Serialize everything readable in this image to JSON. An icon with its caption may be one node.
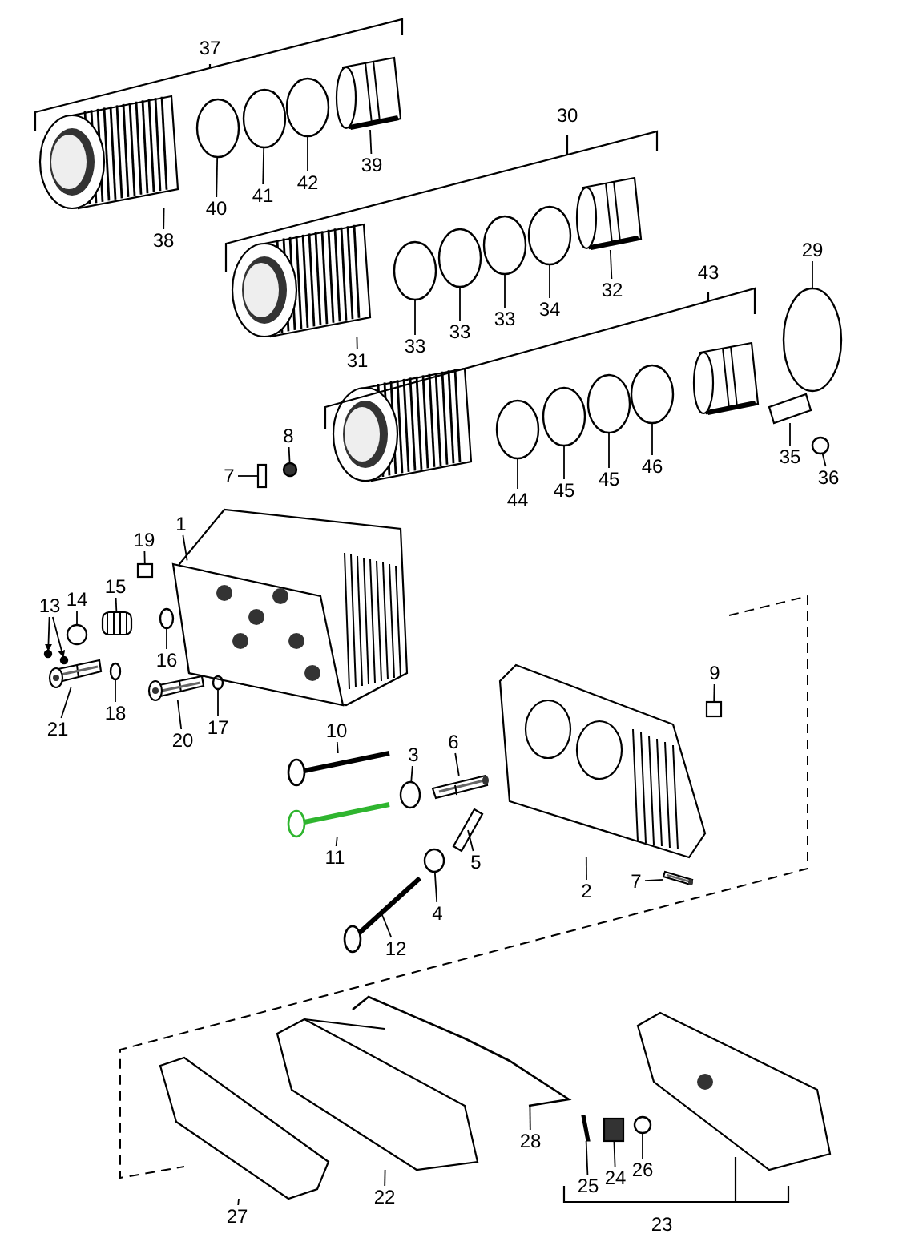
{
  "diagram": {
    "nodes": [
      {
        "text": [
          "29"
        ]
      },
      {
        "text": [
          "39"
        ]
      },
      {
        "text": [
          "42"
        ]
      },
      {
        "text": [
          "41"
        ]
      },
      {
        "text": [
          "40"
        ]
      },
      {
        "text": [
          "38"
        ]
      },
      {
        "text": [
          "32"
        ]
      },
      {
        "text": [
          "34"
        ]
      },
      {
        "text": [
          "33"
        ]
      },
      {
        "text": [
          "33"
        ]
      },
      {
        "text": [
          "33"
        ]
      },
      {
        "text": [
          "31"
        ]
      },
      {
        "text": [
          "8"
        ]
      },
      {
        "text": [
          "46"
        ]
      },
      {
        "text": [
          "45"
        ]
      },
      {
        "text": [
          "45"
        ]
      },
      {
        "text": [
          "44"
        ]
      },
      {
        "text": [
          "35"
        ]
      },
      {
        "text": [
          "36"
        ]
      },
      {
        "text": [
          "7"
        ]
      },
      {
        "text": [
          "1"
        ]
      },
      {
        "text": [
          "19"
        ]
      },
      {
        "text": [
          "15"
        ]
      },
      {
        "text": [
          "14"
        ]
      },
      {
        "text": [
          "13"
        ]
      },
      {
        "text": [
          "16"
        ]
      },
      {
        "text": [
          "9"
        ]
      },
      {
        "text": [
          "18"
        ]
      },
      {
        "text": [
          "21"
        ]
      },
      {
        "text": [
          "17"
        ]
      },
      {
        "text": [
          "20"
        ]
      },
      {
        "text": [
          "10"
        ]
      },
      {
        "text": [
          "6"
        ]
      },
      {
        "text": [
          "3"
        ]
      },
      {
        "text": [
          "11"
        ]
      },
      {
        "text": [
          "5"
        ]
      },
      {
        "text": [
          "2"
        ]
      },
      {
        "text": [
          "7"
        ]
      },
      {
        "text": [
          "4"
        ]
      },
      {
        "text": [
          "12"
        ]
      },
      {
        "text": [
          "28"
        ]
      },
      {
        "text": [
          "26"
        ]
      },
      {
        "text": [
          "24"
        ]
      },
      {
        "text": [
          "25"
        ]
      },
      {
        "text": [
          "22"
        ]
      },
      {
        "text": [
          "27"
        ]
      },
      {
        "text": [],
        "shape": "circle"
      },
      {
        "text": [],
        "shape": "picture"
      },
      {
        "text": [],
        "shape": "circle"
      },
      {
        "text": [],
        "shape": "circle"
      },
      {
        "text": [],
        "shape": "circle"
      },
      {
        "text": [],
        "shape": "picture"
      },
      {
        "text": [],
        "shape": "picture"
      },
      {
        "text": [],
        "shape": "circle"
      },
      {
        "text": [],
        "shape": "circle"
      },
      {
        "text": [],
        "shape": "circle"
      },
      {
        "text": [],
        "shape": "circle"
      },
      {
        "text": [],
        "shape": "picture"
      },
      {
        "text": [],
        "shape": "circle"
      },
      {
        "text": [],
        "shape": "circle"
      },
      {
        "text": [],
        "shape": "circle"
      },
      {
        "text": [],
        "shape": "circle"
      },
      {
        "text": [],
        "shape": "circle"
      },
      {
        "text": [],
        "shape": "picture"
      },
      {
        "text": [],
        "shape": "circle"
      },
      {
        "text": [],
        "shape": "box"
      },
      {
        "text": [],
        "shape": "picture"
      },
      {
        "text": [],
        "shape": "box"
      },
      {
        "text": [],
        "shape": "picture"
      },
      {
        "text": [],
        "shape": "circle"
      },
      {
        "text": [],
        "shape": "circle"
      },
      {
        "text": [],
        "shape": "circle"
      },
      {
        "text": [],
        "shape": "circle"
      },
      {
        "text": [],
        "shape": "box"
      },
      {
        "text": [],
        "shape": "circle"
      },
      {
        "text": [],
        "shape": "picture"
      },
      {
        "text": [],
        "shape": "circle"
      },
      {
        "text": [],
        "shape": "picture"
      },
      {
        "text": [],
        "shape": "picture"
      },
      {
        "text": [],
        "shape": "picture"
      },
      {
        "text": [],
        "shape": "circle"
      },
      {
        "text": [],
        "shape": "picture"
      },
      {
        "text": [],
        "shape": "picture"
      },
      {
        "text": [],
        "shape": "picture"
      },
      {
        "text": [],
        "shape": "picture"
      },
      {
        "text": [],
        "shape": "circle"
      },
      {
        "text": [],
        "shape": "picture"
      },
      {
        "text": [],
        "shape": "picture"
      },
      {
        "text": [],
        "shape": "circle"
      },
      {
        "text": [],
        "shape": "box"
      },
      {
        "text": [],
        "shape": "picture"
      },
      {
        "text": [],
        "shape": "picture"
      },
      {
        "text": [],
        "shape": "picture"
      }
    ],
    "edges": [
      {
        "from": 0,
        "to": 46,
        "arrow": "none"
      },
      {
        "from": 1,
        "to": 47,
        "arrow": "none"
      },
      {
        "from": 2,
        "to": 48,
        "arrow": "none"
      },
      {
        "from": 3,
        "to": 49,
        "arrow": "none"
      },
      {
        "from": 4,
        "to": 50,
        "arrow": "none"
      },
      {
        "from": 5,
        "to": 51,
        "arrow": "none"
      },
      {
        "from": 6,
        "to": 52,
        "arrow": "none"
      },
      {
        "from": 7,
        "to": 53,
        "arrow": "none"
      },
      {
        "from": 8,
        "to": 54,
        "arrow": "none"
      },
      {
        "from": 9,
        "to": 55,
        "arrow": "none"
      },
      {
        "from": 10,
        "to": 56,
        "arrow": "none"
      },
      {
        "from": 11,
        "to": 57,
        "arrow": "none"
      },
      {
        "from": 12,
        "to": 58,
        "arrow": "none"
      },
      {
        "from": 13,
        "to": 59,
        "arrow": "none"
      },
      {
        "from": 14,
        "to": 60,
        "arrow": "none"
      },
      {
        "from": 15,
        "to": 61,
        "arrow": "none"
      },
      {
        "from": 16,
        "to": 62,
        "arrow": "none"
      },
      {
        "from": 17,
        "to": 63,
        "arrow": "none"
      },
      {
        "from": 18,
        "to": 64,
        "arrow": "none"
      },
      {
        "from": 19,
        "to": 65,
        "arrow": "none"
      },
      {
        "from": 20,
        "to": 66,
        "arrow": "none"
      },
      {
        "from": 21,
        "to": 67,
        "arrow": "none"
      },
      {
        "from": 22,
        "to": 68,
        "arrow": "none"
      },
      {
        "from": 23,
        "to": 69,
        "arrow": "none"
      },
      {
        "from": 24,
        "to": 70,
        "arrow": "to"
      },
      {
        "from": 24,
        "to": 71,
        "arrow": "to"
      },
      {
        "from": 25,
        "to": 72,
        "arrow": "none"
      },
      {
        "from": 26,
        "to": 73,
        "arrow": "none"
      },
      {
        "from": 27,
        "to": 74,
        "arrow": "none"
      },
      {
        "from": 28,
        "to": 75,
        "arrow": "none"
      },
      {
        "from": 29,
        "to": 76,
        "arrow": "none"
      },
      {
        "from": 30,
        "to": 77,
        "arrow": "none"
      },
      {
        "from": 31,
        "to": 78,
        "arrow": "none"
      },
      {
        "from": 32,
        "to": 79,
        "arrow": "none"
      },
      {
        "from": 33,
        "to": 80,
        "arrow": "none"
      },
      {
        "from": 34,
        "to": 81,
        "arrow": "none"
      },
      {
        "from": 35,
        "to": 82,
        "arrow": "none"
      },
      {
        "from": 36,
        "to": 83,
        "arrow": "none"
      },
      {
        "from": 37,
        "to": 84,
        "arrow": "none"
      },
      {
        "from": 38,
        "to": 85,
        "arrow": "none"
      },
      {
        "from": 39,
        "to": 86,
        "arrow": "none"
      },
      {
        "from": 40,
        "to": 87,
        "arrow": "none"
      },
      {
        "from": 41,
        "to": 88,
        "arrow": "none"
      },
      {
        "from": 42,
        "to": 89,
        "arrow": "none"
      },
      {
        "from": 43,
        "to": 90,
        "arrow": "none"
      },
      {
        "from": 44,
        "to": 91,
        "arrow": "none"
      },
      {
        "from": 45,
        "to": 92,
        "arrow": "none"
      }
    ],
    "labels": [
      "37",
      "30",
      "43",
      "23"
    ]
  }
}
